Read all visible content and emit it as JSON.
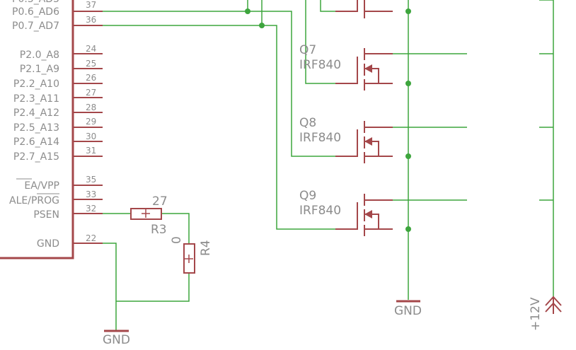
{
  "colors": {
    "part": "#a4474a",
    "net": "#3da53d",
    "text": "#8c8c8c"
  },
  "ic_pins": [
    {
      "name": "P0.6_AD6",
      "num": "37"
    },
    {
      "name": "P0.7_AD7",
      "num": "36"
    },
    {
      "name": "P2.0_A8",
      "num": "24"
    },
    {
      "name": "P2.1_A9",
      "num": "25"
    },
    {
      "name": "P2.2_A10",
      "num": "26"
    },
    {
      "name": "P2.3_A11",
      "num": "27"
    },
    {
      "name": "P2.4_A12",
      "num": "28"
    },
    {
      "name": "P2.5_A13",
      "num": "29"
    },
    {
      "name": "P2.6_A14",
      "num": "30"
    },
    {
      "name": "P2.7_A15",
      "num": "31"
    },
    {
      "name": "EA/VPP",
      "num": "35"
    },
    {
      "name": "ALE/PROG",
      "num": "33"
    },
    {
      "name": "PSEN",
      "num": "32"
    },
    {
      "name": "GND",
      "num": "22"
    }
  ],
  "r3": {
    "name": "R3",
    "value": "27"
  },
  "r4": {
    "name": "R4",
    "value": "0"
  },
  "mosfets": [
    {
      "name": "Q7",
      "value": "IRF840"
    },
    {
      "name": "Q8",
      "value": "IRF840"
    },
    {
      "name": "Q9",
      "value": "IRF840"
    }
  ],
  "gnd_left": "GND",
  "gnd_mid": "GND",
  "supply": "+12V"
}
